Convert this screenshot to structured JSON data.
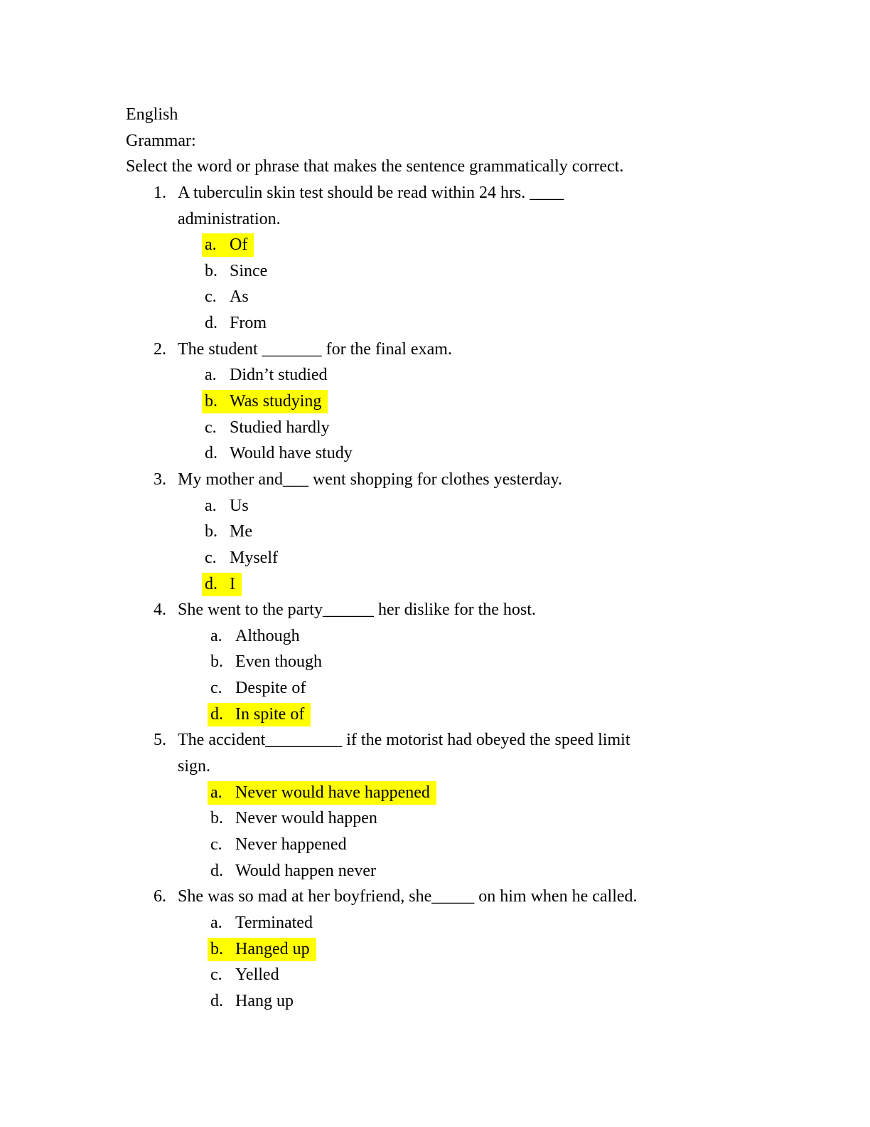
{
  "document": {
    "subject": "English",
    "section": "Grammar:",
    "instruction": "Select the word or phrase that makes the sentence grammatically correct.",
    "highlight_color": "#ffff00",
    "questions": [
      {
        "number": "1.",
        "lines": [
          "A tuberculin skin test should be read within 24 hrs. ____",
          "administration."
        ],
        "options": [
          {
            "letter": "a.",
            "text": "Of",
            "highlighted": true
          },
          {
            "letter": "b.",
            "text": "Since",
            "highlighted": false
          },
          {
            "letter": "c.",
            "text": "As",
            "highlighted": false
          },
          {
            "letter": "d.",
            "text": "From",
            "highlighted": false
          }
        ]
      },
      {
        "number": "2.",
        "lines": [
          "The student _______ for the final exam."
        ],
        "options": [
          {
            "letter": "a.",
            "text": "Didn’t studied",
            "highlighted": false
          },
          {
            "letter": "b.",
            "text": "Was studying",
            "highlighted": true
          },
          {
            "letter": "c.",
            "text": "Studied hardly",
            "highlighted": false
          },
          {
            "letter": "d.",
            "text": "Would have study",
            "highlighted": false
          }
        ]
      },
      {
        "number": "3.",
        "lines": [
          "My mother and___ went shopping for clothes yesterday."
        ],
        "options": [
          {
            "letter": "a.",
            "text": "Us",
            "highlighted": false
          },
          {
            "letter": "b.",
            "text": "Me",
            "highlighted": false
          },
          {
            "letter": "c.",
            "text": "Myself",
            "highlighted": false
          },
          {
            "letter": "d.",
            "text": "I",
            "highlighted": true
          }
        ]
      },
      {
        "number": "4.",
        "lines": [
          "She went to the party______ her dislike for the host."
        ],
        "options": [
          {
            "letter": "a.",
            "text": "Although",
            "highlighted": false
          },
          {
            "letter": "b.",
            "text": "Even though",
            "highlighted": false
          },
          {
            "letter": "c.",
            "text": "Despite of",
            "highlighted": false
          },
          {
            "letter": "d.",
            "text": "In spite of",
            "highlighted": true
          }
        ]
      },
      {
        "number": "5.",
        "lines": [
          "The accident_________ if the motorist had obeyed the speed limit",
          "sign."
        ],
        "options": [
          {
            "letter": "a.",
            "text": "Never would have happened",
            "highlighted": true
          },
          {
            "letter": "b.",
            "text": "Never would happen",
            "highlighted": false
          },
          {
            "letter": "c.",
            "text": "Never happened",
            "highlighted": false
          },
          {
            "letter": "d.",
            "text": "Would happen never",
            "highlighted": false
          }
        ]
      },
      {
        "number": "6.",
        "lines": [
          "She was so mad at her boyfriend, she_____ on him when he called."
        ],
        "options": [
          {
            "letter": "a.",
            "text": "Terminated",
            "highlighted": false
          },
          {
            "letter": "b.",
            "text": "Hanged up",
            "highlighted": true
          },
          {
            "letter": "c.",
            "text": "Yelled",
            "highlighted": false
          },
          {
            "letter": "d.",
            "text": "Hang up",
            "highlighted": false
          }
        ]
      }
    ]
  }
}
